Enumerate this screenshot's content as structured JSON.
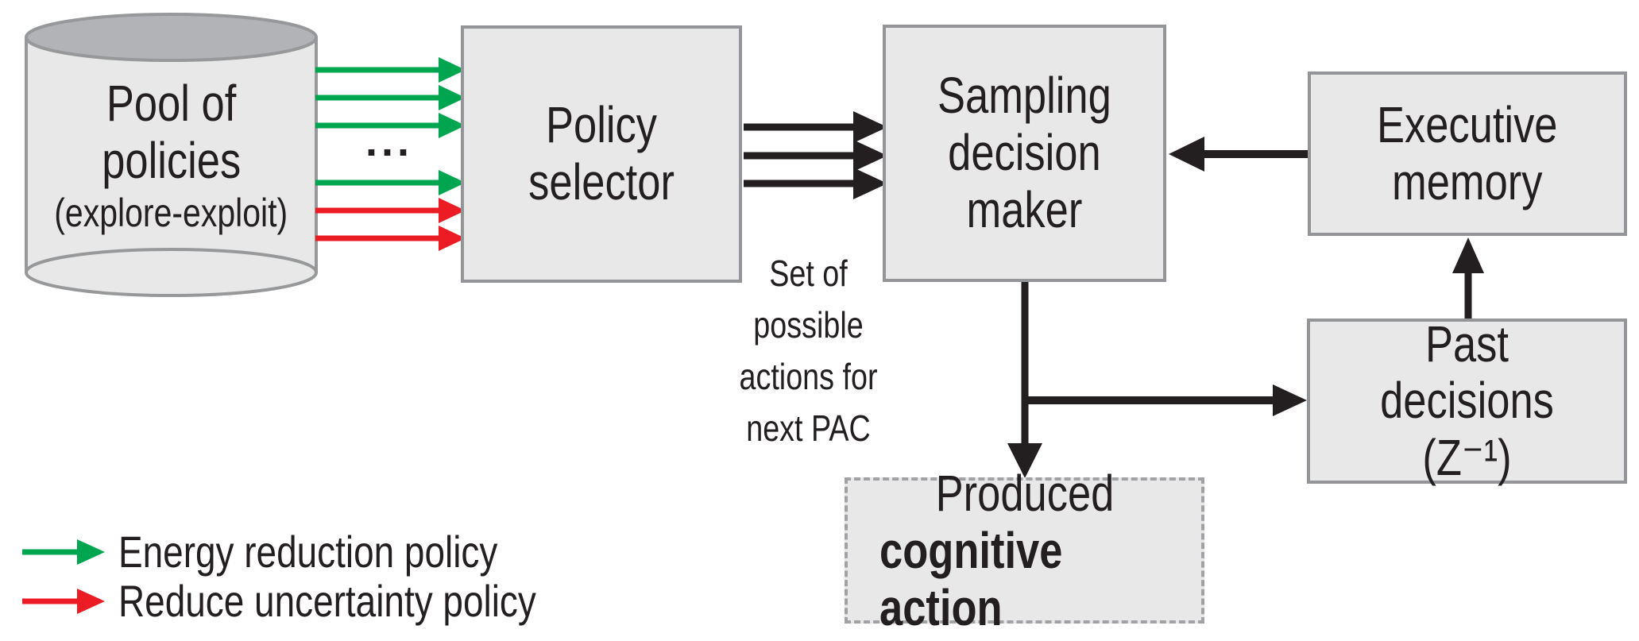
{
  "colors": {
    "green": "#00A550",
    "red": "#EC1C24",
    "black": "#231F20",
    "box_fill": "#E8E8E8",
    "box_border": "#939598",
    "cylinder_top": "#B1B3B6"
  },
  "pool": {
    "line1": "Pool of",
    "line2": "policies",
    "line3": "(explore-exploit)"
  },
  "ellipsis": "...",
  "boxes": {
    "policy_selector": "Policy\nselector",
    "sampling": "Sampling\ndecision\nmaker",
    "executive_memory": "Executive\nmemory",
    "past_decisions": "Past\ndecisions (Z⁻¹)",
    "produced_line1": "Produced",
    "produced_line2": "cognitive action"
  },
  "annotations": {
    "set_of_actions": "Set of\npossible\nactions for\nnext PAC"
  },
  "legend": [
    {
      "label": "Energy reduction policy",
      "color": "#00A550"
    },
    {
      "label": "Reduce uncertainty policy",
      "color": "#EC1C24"
    }
  ]
}
